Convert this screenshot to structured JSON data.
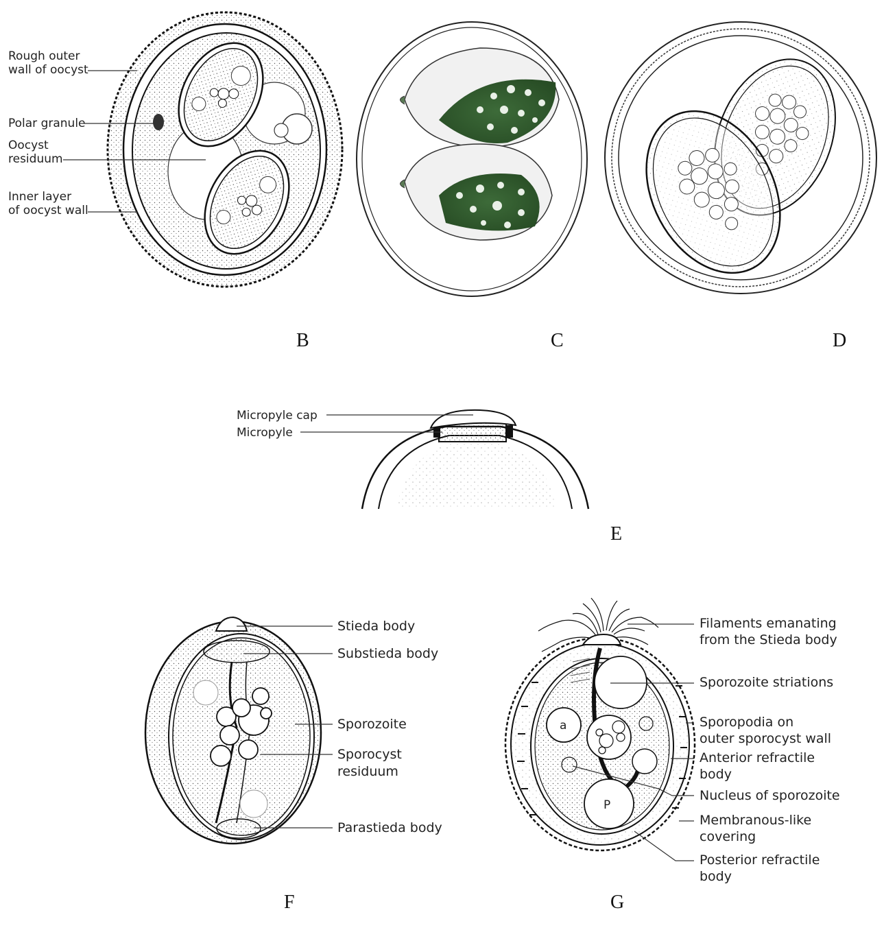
{
  "panels": {
    "B": {
      "letter": "B",
      "labels": {
        "rough_outer_wall": [
          "Rough outer",
          "wall of oocyst"
        ],
        "polar_granule": [
          "Polar granule"
        ],
        "oocyst_residuum": [
          "Oocyst",
          "residuum"
        ],
        "inner_layer": [
          "Inner layer",
          "of oocyst wall"
        ]
      }
    },
    "C": {
      "letter": "C"
    },
    "D": {
      "letter": "D"
    },
    "E": {
      "letter": "E",
      "labels": {
        "micropyle_cap": "Micropyle cap",
        "micropyle": "Micropyle"
      }
    },
    "F": {
      "letter": "F",
      "labels": {
        "stieda_body": [
          "Stieda body"
        ],
        "substieda_body": [
          "Substieda body"
        ],
        "sporozoite": [
          "Sporozoite"
        ],
        "sporocyst_residuum": [
          "Sporocyst",
          "residuum"
        ],
        "parastieda_body": [
          "Parastieda body"
        ]
      }
    },
    "G": {
      "letter": "G",
      "inner_marks": {
        "a": "a",
        "p": "P"
      },
      "labels": {
        "filaments": [
          "Filaments emanating",
          "from the Stieda body"
        ],
        "sporozoite_striations": [
          "Sporozoite striations"
        ],
        "sporopodia": [
          "Sporopodia on",
          "outer sporocyst wall"
        ],
        "anterior_refractile": [
          "Anterior refractile",
          "body"
        ],
        "nucleus": [
          "Nucleus of sporozoite"
        ],
        "membranous_covering": [
          "Membranous-like",
          "covering"
        ],
        "posterior_refractile": [
          "Posterior refractile",
          "body"
        ]
      }
    }
  },
  "colors": {
    "sporozoite_fill": "#2f5a2c",
    "ink": "#111111"
  }
}
